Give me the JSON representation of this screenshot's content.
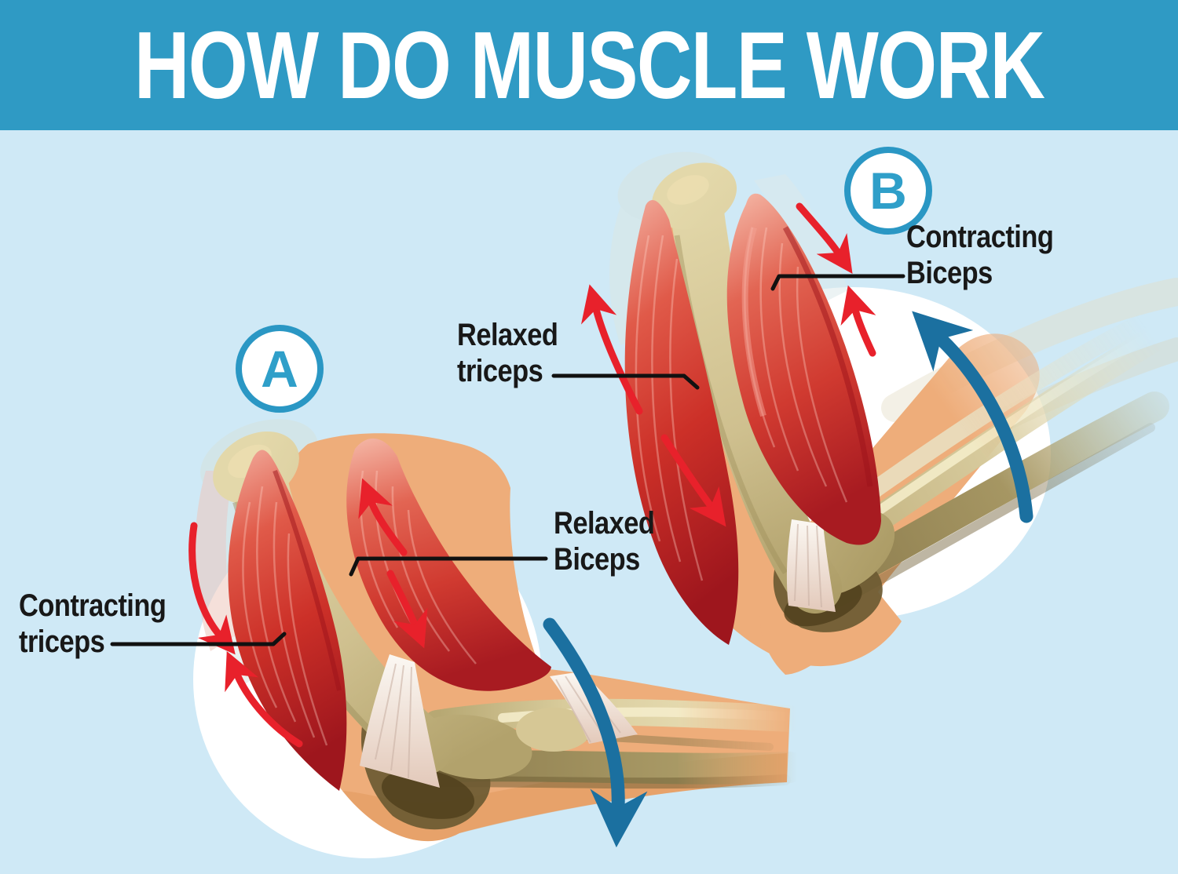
{
  "header": {
    "title": "HOW DO MUSCLE WORK"
  },
  "badges": {
    "a": "A",
    "b": "B"
  },
  "labels": {
    "a_triceps": {
      "line1": "Contracting",
      "line2": "triceps"
    },
    "a_biceps": {
      "line1": "Relaxed",
      "line2": "Biceps"
    },
    "b_triceps": {
      "line1": "Relaxed",
      "line2": "triceps"
    },
    "b_biceps": {
      "line1": "Contracting",
      "line2": "Biceps"
    }
  },
  "colors": {
    "header_bg": "#2f9ac4",
    "page_bg": "#cfe9f6",
    "badge_blue": "#2f9fc9",
    "label_text": "#181818",
    "leader_line": "#111111",
    "arrow_red": "#e8212b",
    "arrow_blue": "#1b70a0",
    "muscle_red": "#d6372f",
    "bone_tan": "#d2c394",
    "skin_peach": "#eead7a",
    "backdrop_white": "#ffffff"
  },
  "icons": {
    "badge_a": "circled-letter-a",
    "badge_b": "circled-letter-b",
    "red_arrow_pairs": "muscle-motion-arrows",
    "blue_arrow_a": "forearm-extension-arrow",
    "blue_arrow_b": "forearm-flexion-arrow"
  }
}
